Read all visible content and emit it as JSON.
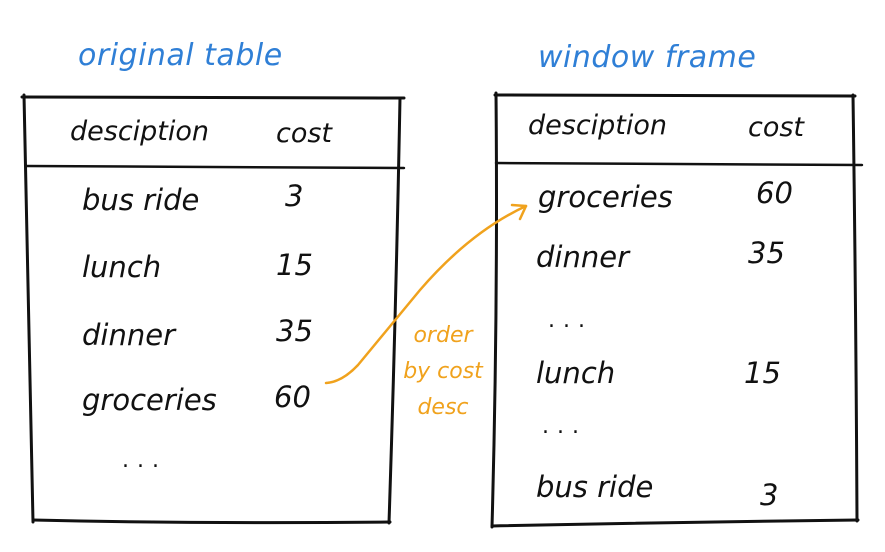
{
  "colors": {
    "ink": "#111111",
    "title": "#2f7fd6",
    "annotation": "#f0a21d"
  },
  "left": {
    "title": "original table",
    "header": {
      "description": "desciption",
      "cost": "cost"
    },
    "rows": [
      {
        "description": "bus ride",
        "cost": "3"
      },
      {
        "description": "lunch",
        "cost": "15"
      },
      {
        "description": "dinner",
        "cost": "35"
      },
      {
        "description": "groceries",
        "cost": "60"
      }
    ],
    "ellipsis": "..."
  },
  "right": {
    "title": "window frame",
    "header": {
      "description": "desciption",
      "cost": "cost"
    },
    "rows": [
      {
        "description": "groceries",
        "cost": "60"
      },
      {
        "description": "dinner",
        "cost": "35"
      },
      {
        "description": "...",
        "cost": ""
      },
      {
        "description": "lunch",
        "cost": "15"
      },
      {
        "description": "...",
        "cost": ""
      },
      {
        "description": "bus ride",
        "cost": "3"
      }
    ]
  },
  "annotation": {
    "lines": [
      "order",
      "by cost",
      "desc"
    ]
  }
}
